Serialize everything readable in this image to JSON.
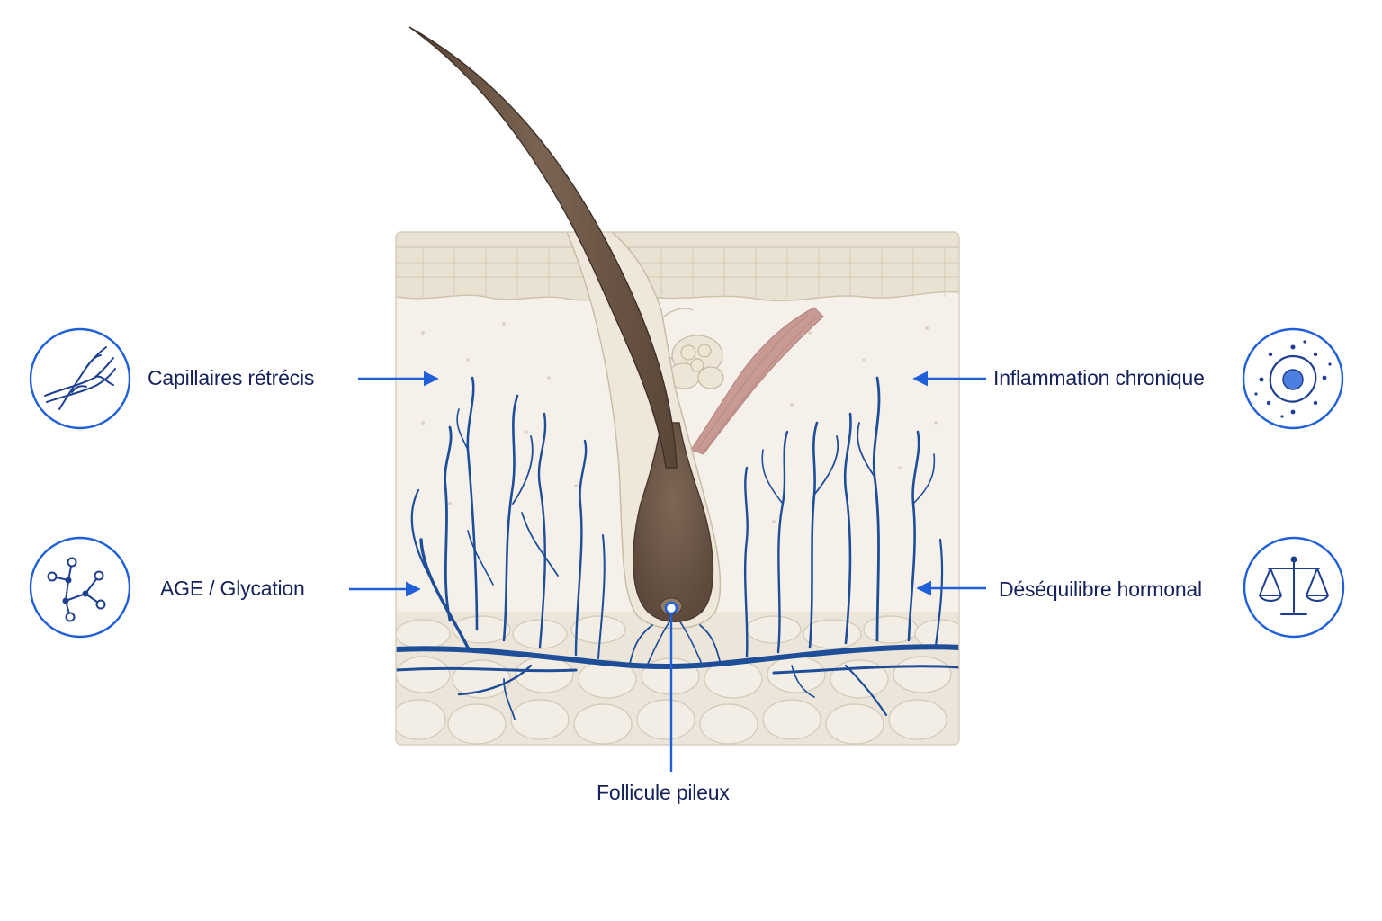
{
  "labels": {
    "capillaires": "Capillaires rétrécis",
    "age": "AGE / Glycation",
    "inflammation": "Inflammation chronique",
    "hormonal": "Déséquilibre hormonal",
    "follicule": "Follicule pileux"
  },
  "icons": {
    "capillaires": "capillaries-icon",
    "age": "molecule-network-icon",
    "inflammation": "inflamed-cell-icon",
    "hormonal": "balance-scale-icon"
  },
  "colors": {
    "accent": "#1f5fd8",
    "vessel": "#1e4e98",
    "text": "#14215a",
    "skin_layer": "#e9e1d2",
    "dermis": "#f5f1ea",
    "hair": "#6b5647",
    "muscle": "#c99a94"
  }
}
